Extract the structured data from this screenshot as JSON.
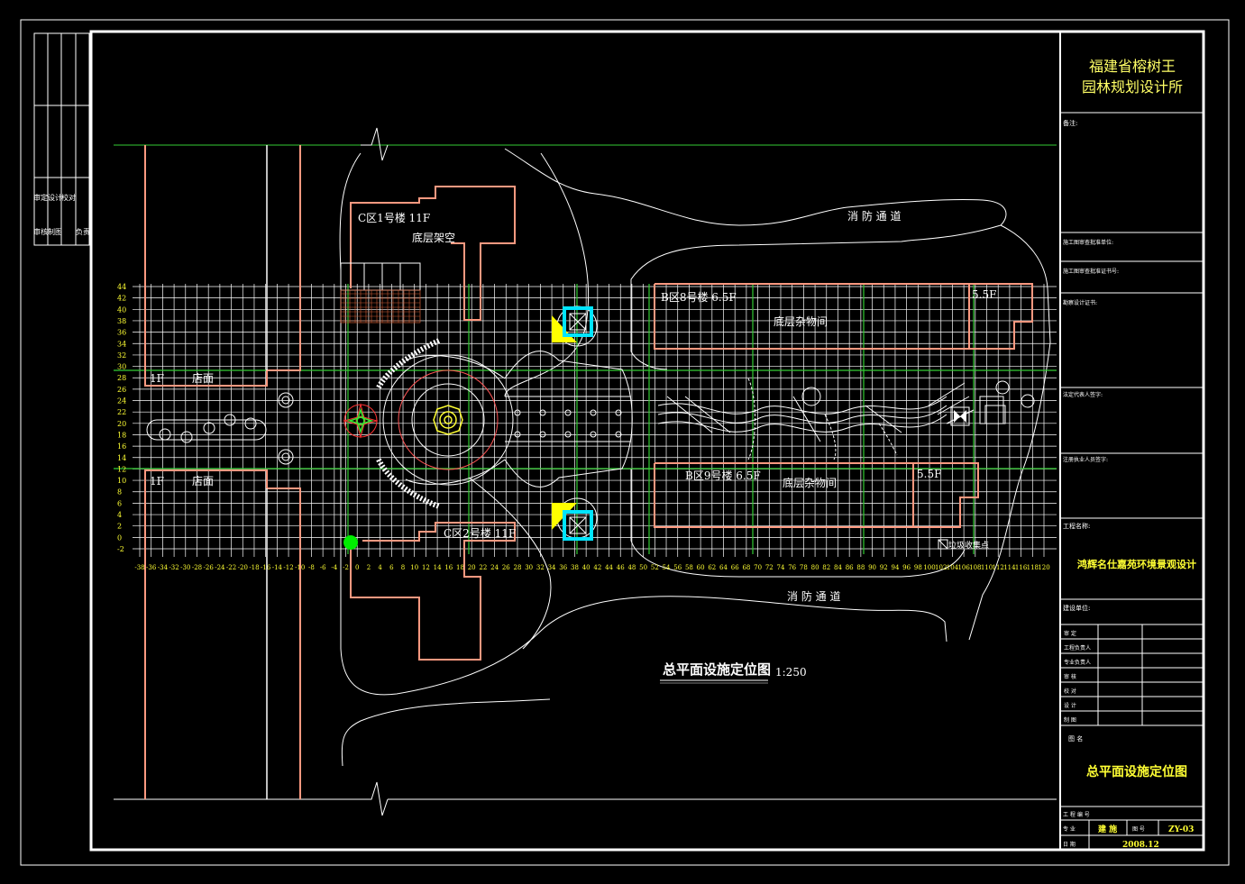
{
  "company": {
    "line1": "福建省榕树王",
    "line2": "园林规划设计所"
  },
  "side_labels": [
    "审定",
    "审核",
    "设计",
    "制图",
    "校对",
    "负责"
  ],
  "title_block": {
    "notes_label": "备注:",
    "fields": [
      "施工图审查批准单位:",
      "施工图审查批准证书号:",
      "勘察设计证书:",
      "法定代表人签字:",
      "注册执业人员签字:"
    ],
    "project_label": "工程名称:",
    "project_name": "鸿辉名仕嘉苑环境景观设计",
    "client_label": "建设单位:",
    "signers": [
      "审 定",
      "工程负责人",
      "专业负责人",
      "审 核",
      "校 对",
      "设 计",
      "制 图"
    ],
    "drawing_label": "图 名",
    "drawing_name": "总平面设施定位图",
    "number_label": "工 程 编 号",
    "discipline_label": "专 业",
    "discipline": "建 施",
    "sheet_label": "图 号",
    "sheet_no": "ZY-03",
    "date_label": "日 期",
    "date": "2008.12"
  },
  "plan": {
    "title": "总平面设施定位图",
    "scale": "1:250",
    "buildings": {
      "c1": "C区1号楼 11F",
      "c1_ground": "底层架空",
      "c2": "C区2号楼 11F",
      "b8": "B区8号楼 6.5F",
      "b8_ground": "底层杂物间",
      "b8_right": "5.5F",
      "b9": "B区9号楼 6.5F",
      "b9_ground": "底层杂物间",
      "b9_right": "5.5F",
      "shop_top_floor": "1F",
      "shop_top": "店面",
      "shop_bottom_floor": "1F",
      "shop_bottom": "店面"
    },
    "roads": {
      "top": "消 防 通 道",
      "bottom": "消 防 通 道"
    },
    "misc_label": "垃圾收集点",
    "y_ticks": [
      "44",
      "42",
      "40",
      "38",
      "36",
      "34",
      "32",
      "30",
      "28",
      "26",
      "24",
      "22",
      "20",
      "18",
      "16",
      "14",
      "12",
      "10",
      "8",
      "6",
      "4",
      "2",
      "0",
      "-2"
    ],
    "x_ticks": [
      "-38",
      "-36",
      "-34",
      "-32",
      "-30",
      "-28",
      "-26",
      "-24",
      "-22",
      "-20",
      "-18",
      "-16",
      "-14",
      "-12",
      "-10",
      "-8",
      "-6",
      "-4",
      "-2",
      "0",
      "2",
      "4",
      "6",
      "8",
      "10",
      "12",
      "14",
      "16",
      "18",
      "20",
      "22",
      "24",
      "26",
      "28",
      "30",
      "32",
      "34",
      "36",
      "38",
      "40",
      "42",
      "44",
      "46",
      "48",
      "50",
      "52",
      "54",
      "56",
      "58",
      "60",
      "62",
      "64",
      "66",
      "68",
      "70",
      "72",
      "74",
      "76",
      "78",
      "80",
      "82",
      "84",
      "86",
      "88",
      "90",
      "92",
      "94",
      "96",
      "98",
      "100",
      "102",
      "104",
      "106",
      "108",
      "110",
      "112",
      "114",
      "116",
      "118",
      "120"
    ]
  },
  "colors": {
    "frame": "#ffffff",
    "grid": "#ffffff",
    "axis_green": "#33cc33",
    "building": "#ff9980",
    "text_yellow": "#ffff33",
    "cyan": "#00e5ff",
    "yellow_fill": "#ffff00",
    "green_dot": "#00ee00",
    "red": "#ff3333"
  }
}
